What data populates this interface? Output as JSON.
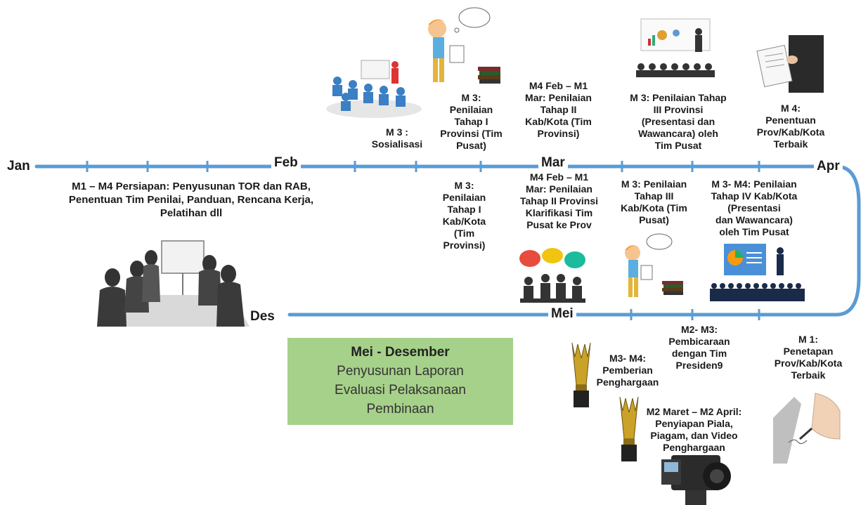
{
  "months": {
    "jan": "Jan",
    "feb": "Feb",
    "mar": "Mar",
    "apr": "Apr",
    "mei": "Mei",
    "des": "Des"
  },
  "labels": {
    "persiapan": "M1 – M4 Persiapan: Penyusunan TOR dan RAB,\nPenentuan Tim Penilai, Panduan, Rencana Kerja,\nPelatihan dll",
    "sosialisasi": "M 3 :\nSosialisasi",
    "tahap1_prov": "M 3:\nPenilaian\nTahap I\nProvinsi (Tim\nPusat)",
    "tahap2_kab": "M4 Feb – M1\nMar: Penilaian\nTahap II\nKab/Kota    (Tim\nProvinsi)",
    "tahap3_prov": "M 3: Penilaian Tahap\nIII Provinsi\n(Presentasi dan\nWawancara) oleh\nTim Pusat",
    "penentuan": "M 4:\nPenentuan\nProv/Kab/Kota\nTerbaik",
    "tahap1_kab": "M 3:\nPenilaian\nTahap I\nKab/Kota\n(Tim\nProvinsi)",
    "tahap2_prov": "M4 Feb – M1\nMar: Penilaian\nTahap II Provinsi\nKlarifikasi Tim\nPusat ke Prov",
    "tahap3_kab": "M 3: Penilaian\nTahap III\nKab/Kota (Tim\nPusat)",
    "tahap4_kab": "M 3- M4: Penilaian\nTahap IV Kab/Kota\n(Presentasi\ndan Wawancara)\noleh Tim Pusat",
    "pembicaraan": "M2- M3:\nPembicaraan\ndengan Tim\nPresiden9",
    "penetapan": "M 1:\nPenetapan\nProv/Kab/Kota\nTerbaik",
    "pemberian": "M3- M4:\nPemberian\nPenghargaan",
    "penyiapan": "M2 Maret – M2 April:\nPenyiapan Piala,\nPiagam, dan Video\nPenghargaan"
  },
  "green_box": {
    "title": "Mei - Desember",
    "body": "Penyusunan  Laporan\nEvaluasi Pelaksanaan\nPembinaan"
  },
  "colors": {
    "timeline": "#5b9bd5",
    "box": "#a6d18a"
  }
}
